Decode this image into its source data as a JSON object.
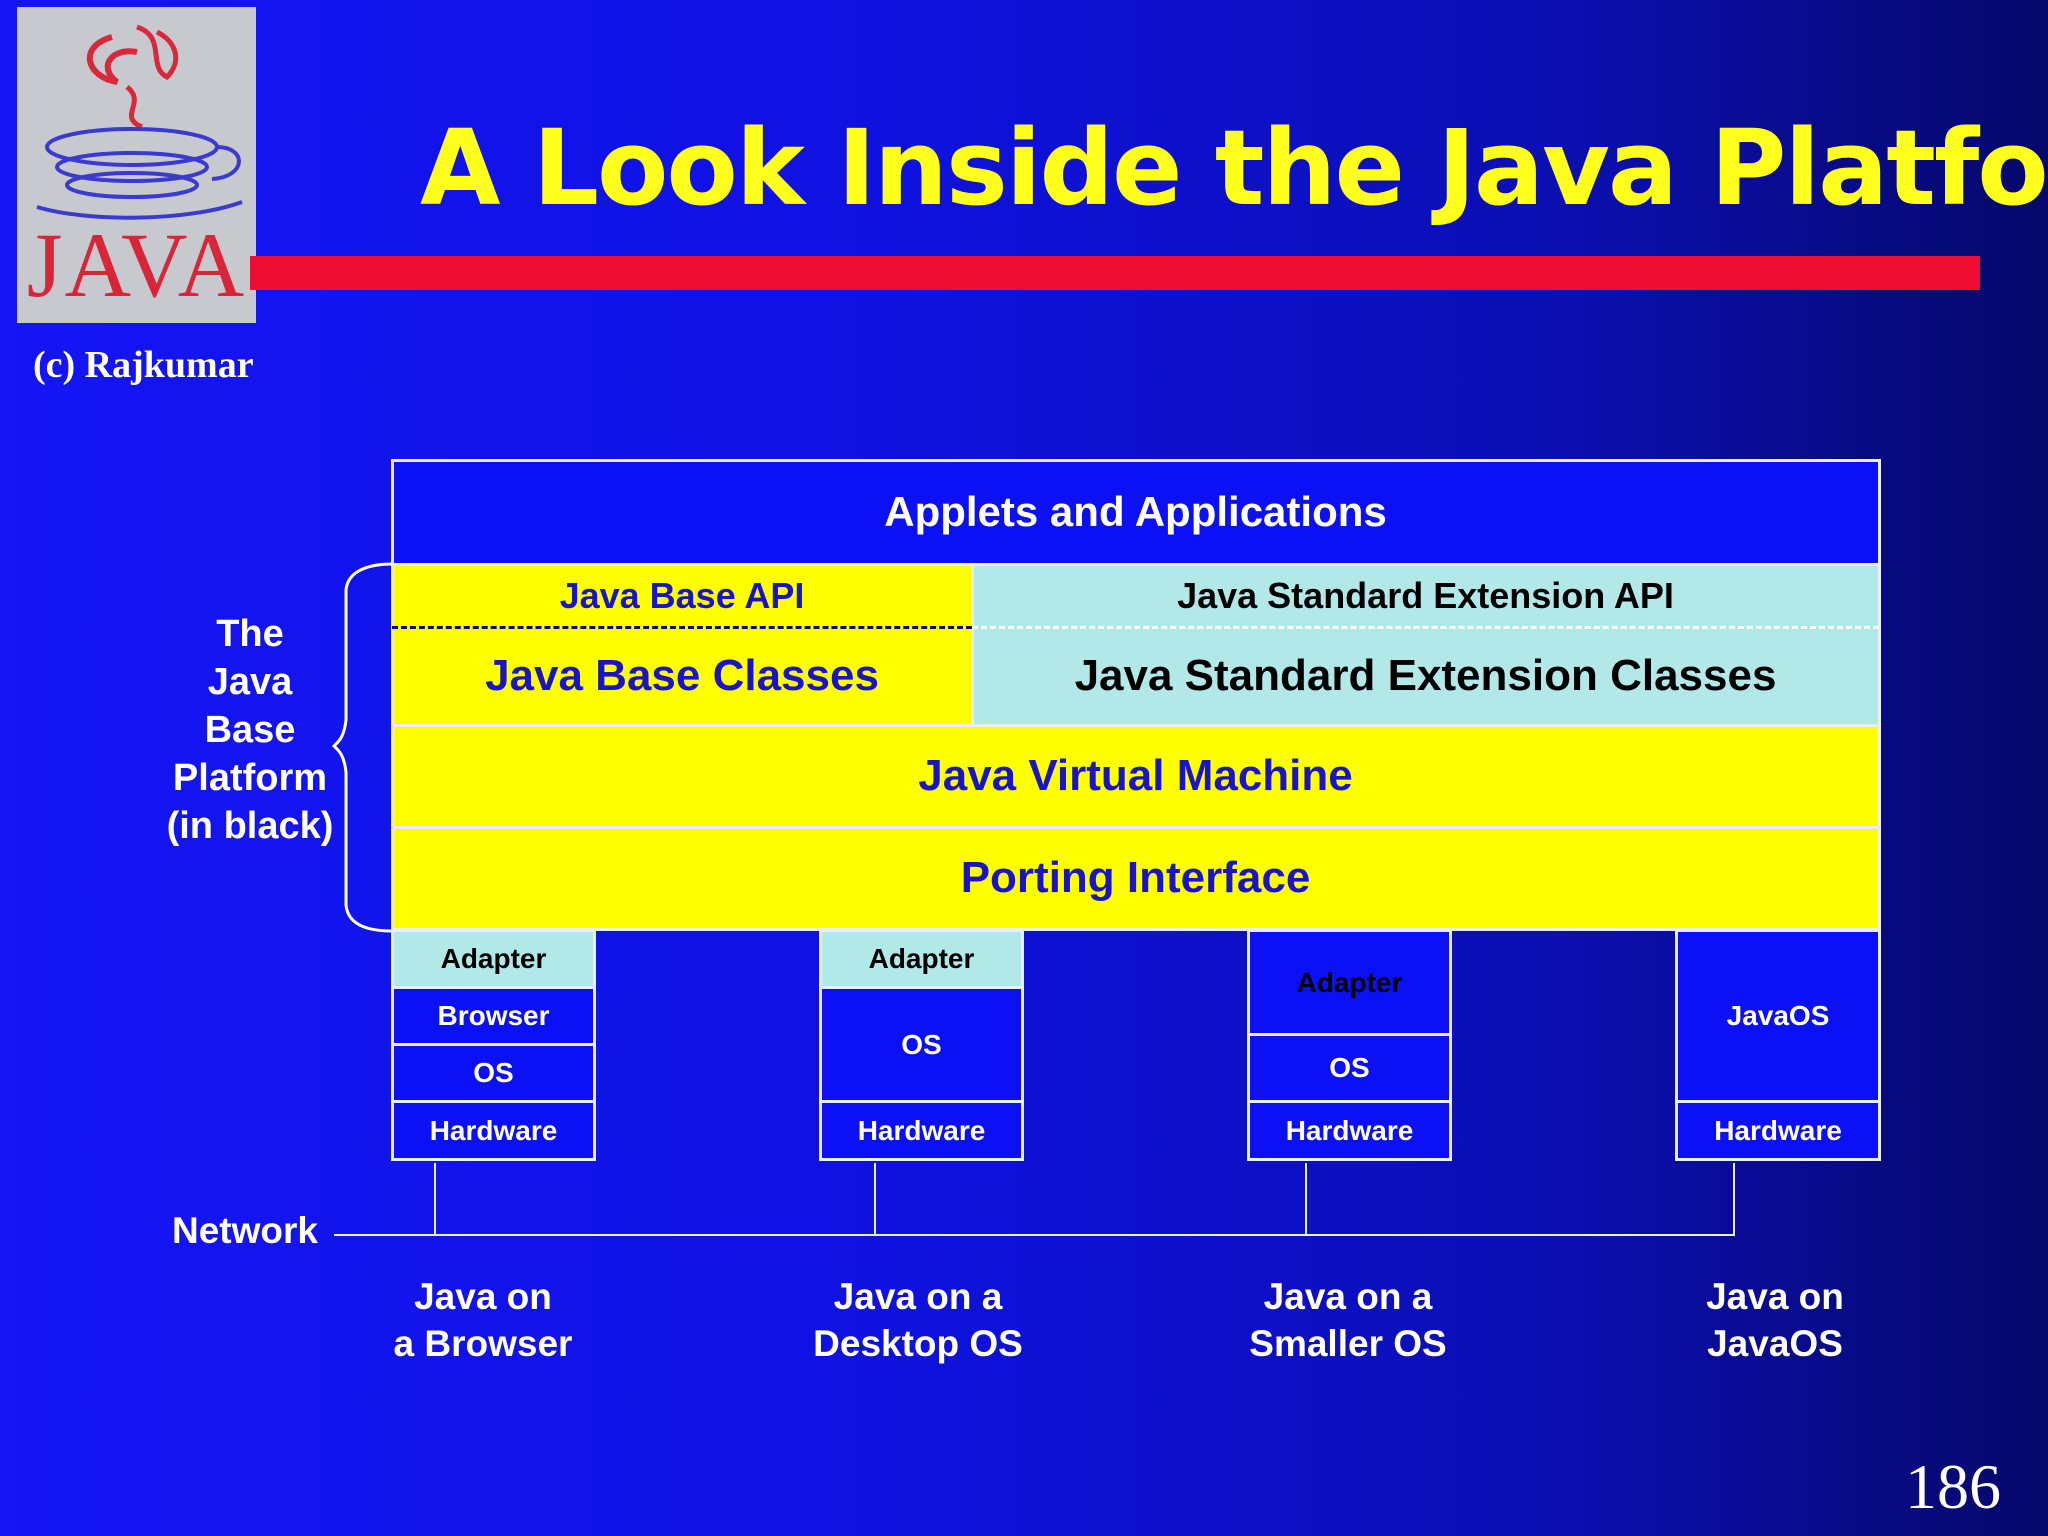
{
  "logo": {
    "text": "JAVA"
  },
  "credit": "(c) Rajkumar",
  "title": "A Look Inside the Java Platform",
  "stack": {
    "top_layer": "Applets and Applications",
    "base_api": "Java Base API",
    "standard_extension_api": "Java Standard Extension API",
    "base_classes": "Java Base Classes",
    "standard_extension_classes": "Java Standard Extension Classes",
    "jvm": "Java Virtual Machine",
    "porting_interface": "Porting Interface"
  },
  "side_label": [
    "The",
    "Java",
    "Base",
    "Platform",
    "(in black)"
  ],
  "network_label": "Network",
  "deployments": [
    {
      "layers": [
        "Adapter",
        "Browser",
        "OS",
        "Hardware"
      ],
      "caption": [
        "Java on",
        "a Browser"
      ]
    },
    {
      "layers": [
        "Adapter",
        "OS",
        "Hardware"
      ],
      "caption": [
        "Java on a",
        "Desktop OS"
      ]
    },
    {
      "layers": [
        "Adapter",
        "OS",
        "Hardware"
      ],
      "caption": [
        "Java on a",
        "Smaller OS"
      ]
    },
    {
      "layers": [
        "JavaOS",
        "Hardware"
      ],
      "caption": [
        "Java on",
        "JavaOS"
      ]
    }
  ],
  "page_number": "186",
  "colors": {
    "background": "#1010e6",
    "title": "#ffff1e",
    "title_bar": "#ee0c32",
    "yellow_layer": "#ffff00",
    "cyan_layer": "#b2e8e8",
    "blue_layer": "#0b10f5"
  }
}
